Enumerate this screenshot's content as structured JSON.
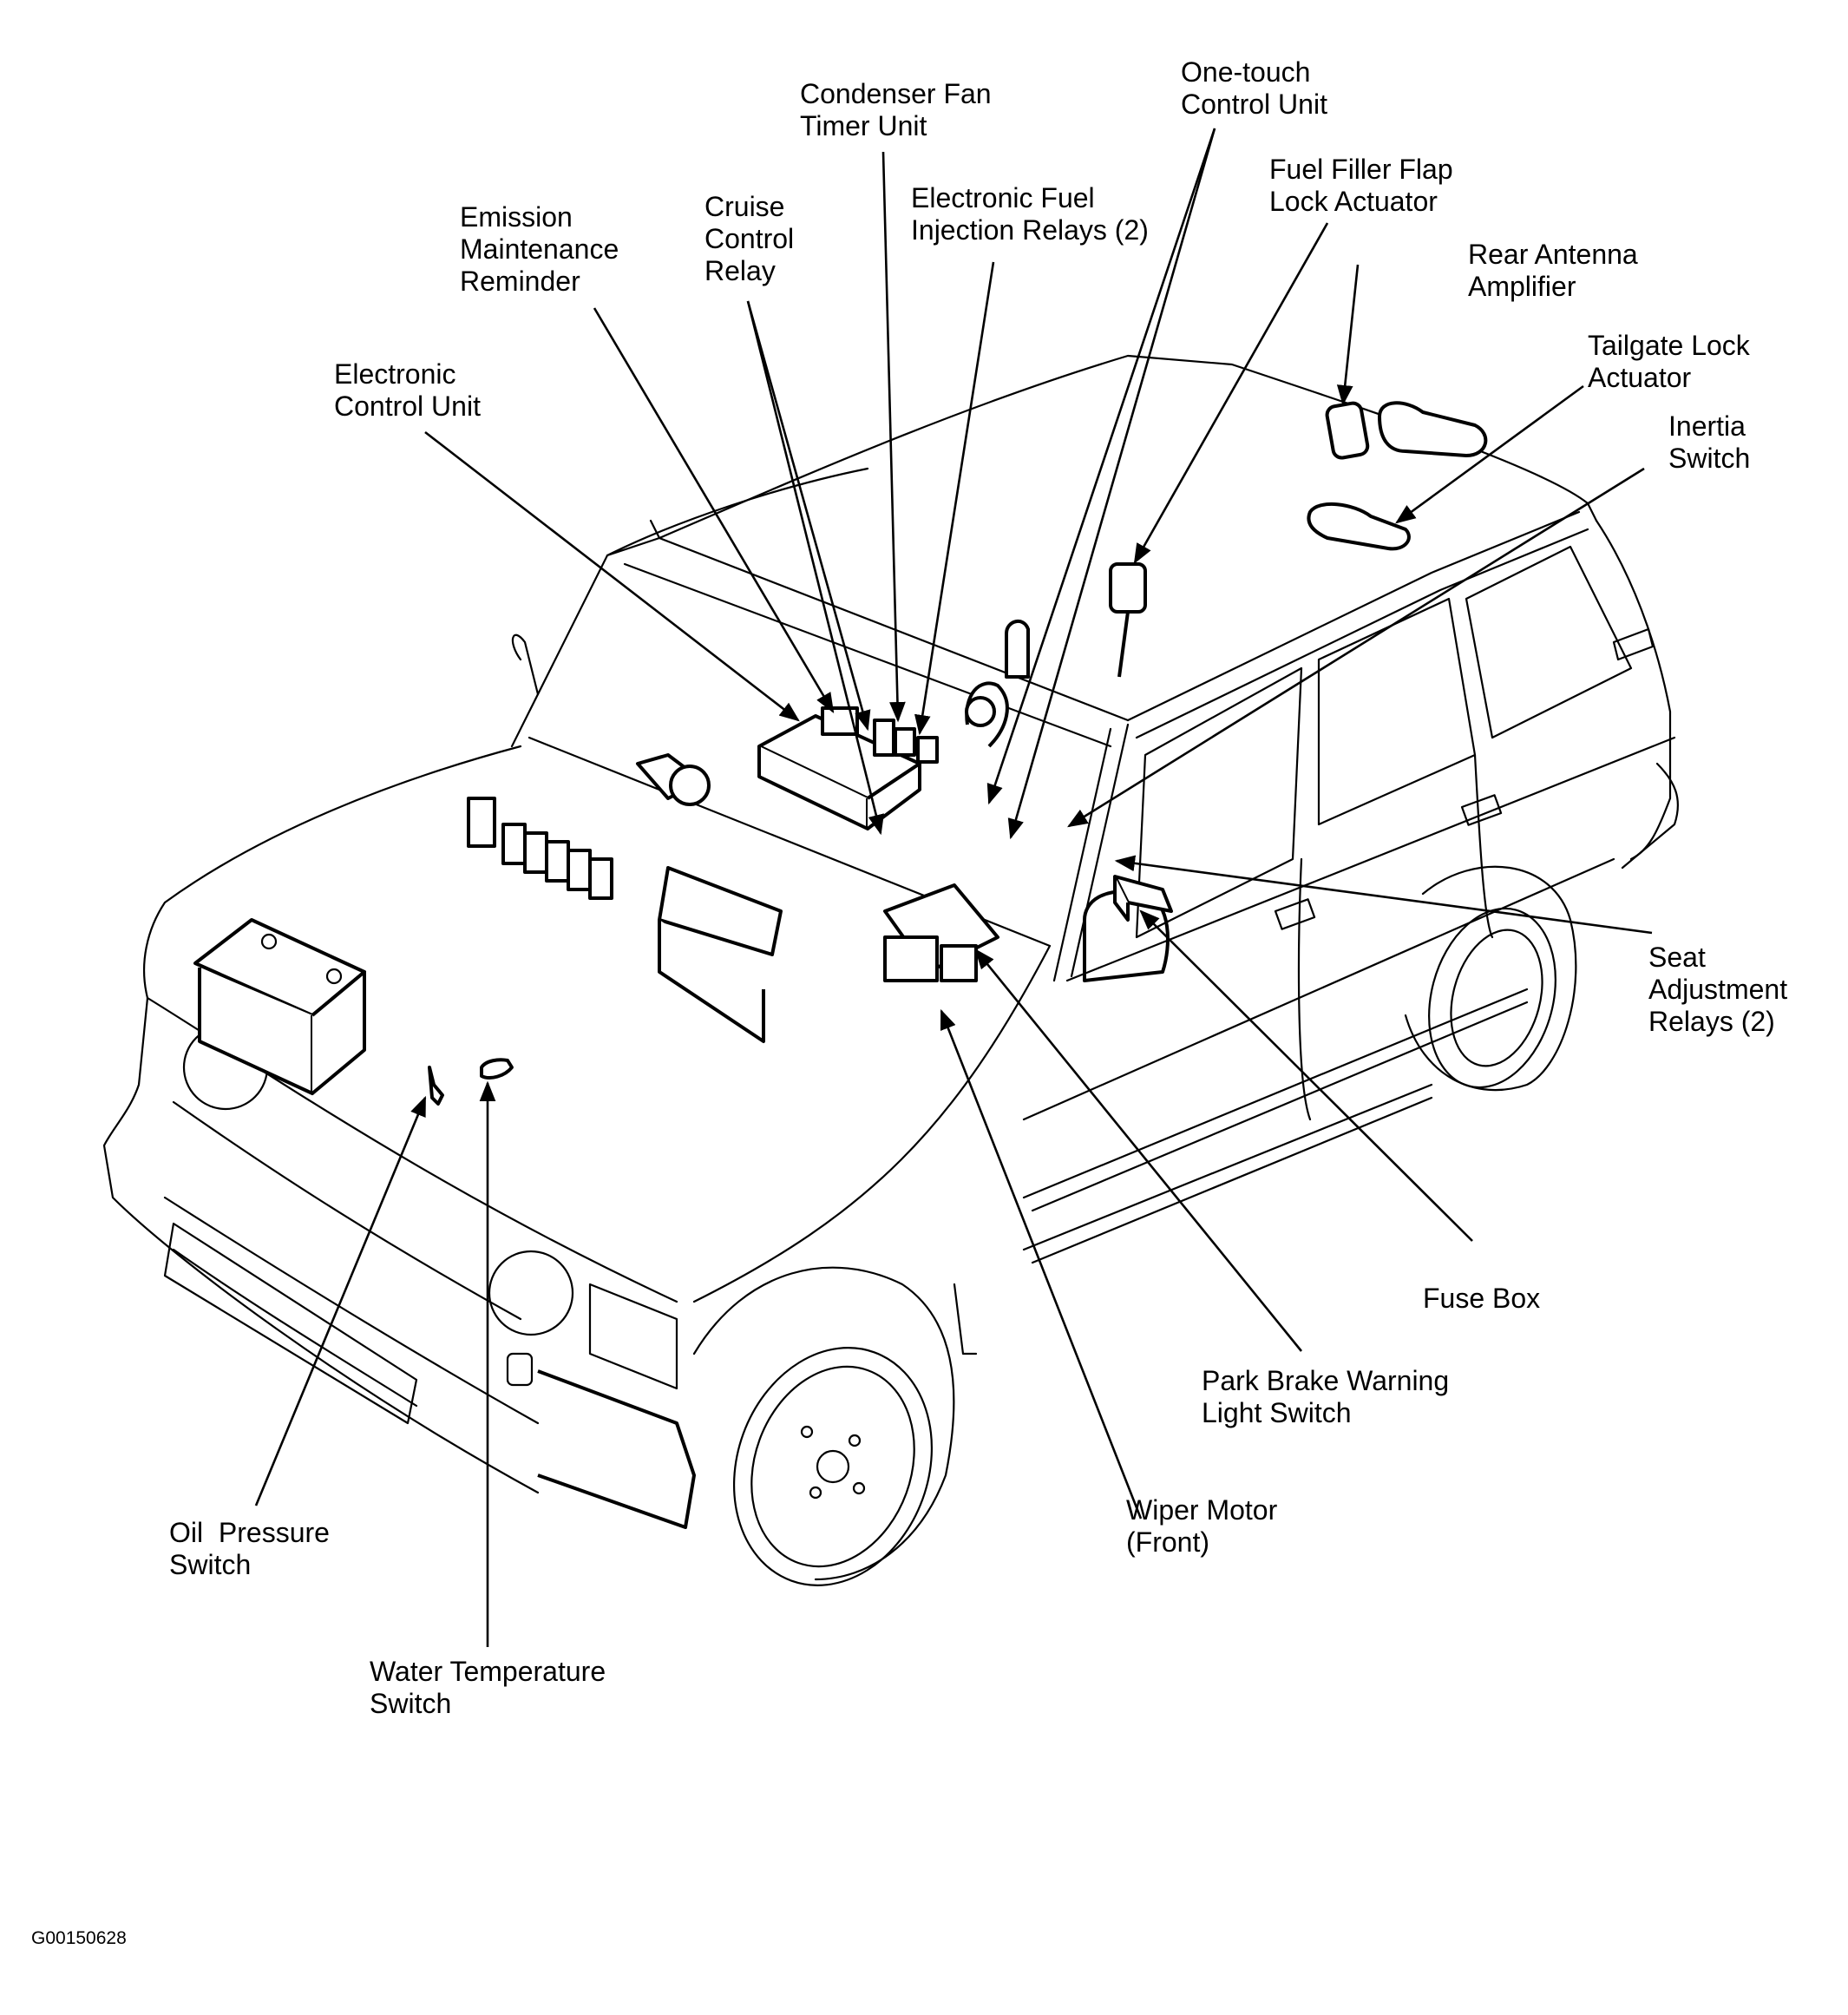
{
  "figure": {
    "id": "G00150628",
    "subject": "vehicle-electrical-component-locations"
  },
  "labels": {
    "condenser_fan": {
      "line1": "Condenser Fan",
      "line2": "Timer Unit"
    },
    "one_touch": {
      "line1": "One-touch",
      "line2": "Control Unit"
    },
    "fuel_filler": {
      "line1": "Fuel Filler Flap",
      "line2": "Lock Actuator"
    },
    "efi_relays": {
      "line1": "Electronic Fuel",
      "line2": "Injection Relays (2)"
    },
    "cruise": {
      "line1": "Cruise",
      "line2": "Control",
      "line3": "Relay"
    },
    "emission": {
      "line1": "Emission",
      "line2": "Maintenance",
      "line3": "Reminder"
    },
    "rear_antenna": {
      "line1": "Rear Antenna",
      "line2": "Amplifier"
    },
    "tailgate": {
      "line1": "Tailgate Lock",
      "line2": "Actuator"
    },
    "inertia": {
      "line1": "Inertia",
      "line2": "Switch"
    },
    "ecu": {
      "line1": "Electronic",
      "line2": "Control Unit"
    },
    "seat_relays": {
      "line1": "Seat",
      "line2": "Adjustment",
      "line3": "Relays (2)"
    },
    "fuse_box": {
      "line1": "Fuse Box"
    },
    "park_brake": {
      "line1": "Park Brake Warning",
      "line2": "Light Switch"
    },
    "wiper": {
      "line1": "Wiper Motor",
      "line2": "(Front)"
    },
    "oil_pressure": {
      "line1": "Oil  Pressure",
      "line2": "Switch"
    },
    "water_temp": {
      "line1": "Water Temperature",
      "line2": "Switch"
    }
  }
}
